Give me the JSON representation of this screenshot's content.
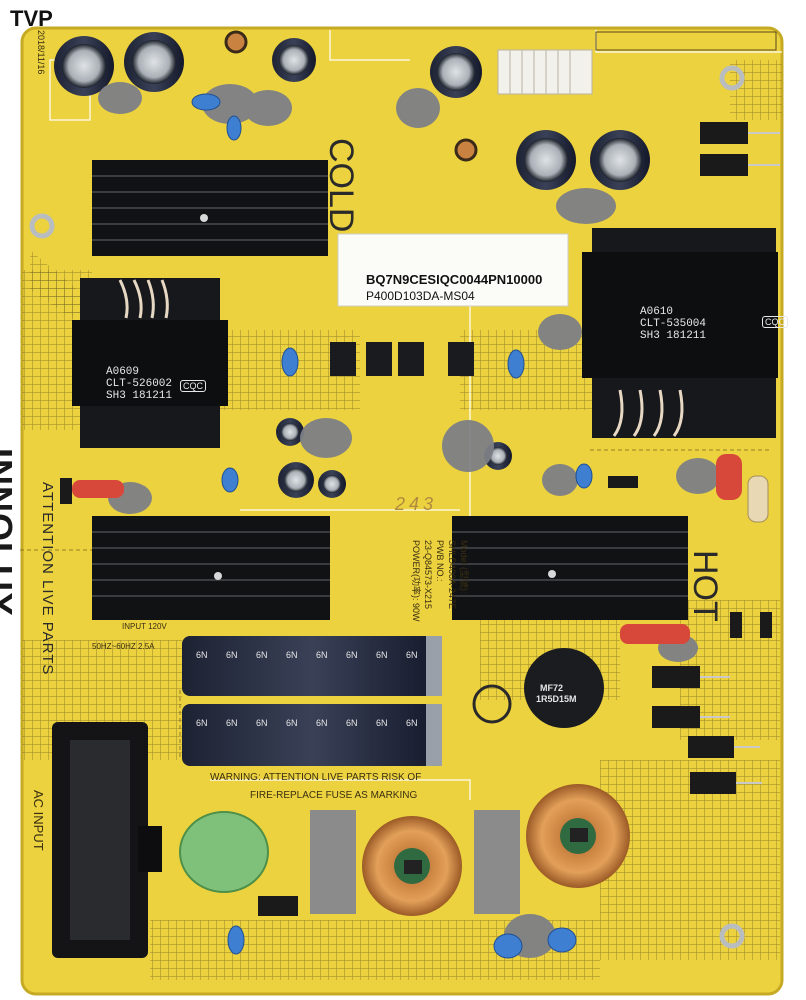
{
  "image": {
    "watermark": "TVP",
    "board_brand": "INNOLUX",
    "silkscreen": {
      "attention": "ATTENTION LIVE PARTS",
      "cold": "COLD",
      "hot": "HOT",
      "warning_line1": "WARNING: ATTENTION LIVE PARTS RISK OF",
      "warning_line2": "FIRE-REPLACE FUSE AS MARKING",
      "ac_input": "AC INPUT",
      "date_code": "2018/11/16",
      "input_rating": "INPUT 120V",
      "input_freq": "50HZ~60HZ 2.5A",
      "model_block": [
        "Model (型號):",
        "SHLD400A-247E",
        "PWB NO.:",
        "23-Q84573-X215",
        "POWER(功率): 90W"
      ]
    },
    "label": {
      "line1": "BQ7N9CESIQC0044PN10000",
      "line2": "P400D103DA-MS04"
    },
    "transformer_left": [
      "A0609",
      "CLT-526002",
      "SH3 181211"
    ],
    "transformer_right": [
      "A0610",
      "CLT-535004",
      "SH3 181211"
    ],
    "cq_mark": "CQC",
    "thermistor": [
      "MF72",
      "1R5D15M"
    ],
    "handwritten_mark": "243",
    "capacitor_text": "6N"
  }
}
